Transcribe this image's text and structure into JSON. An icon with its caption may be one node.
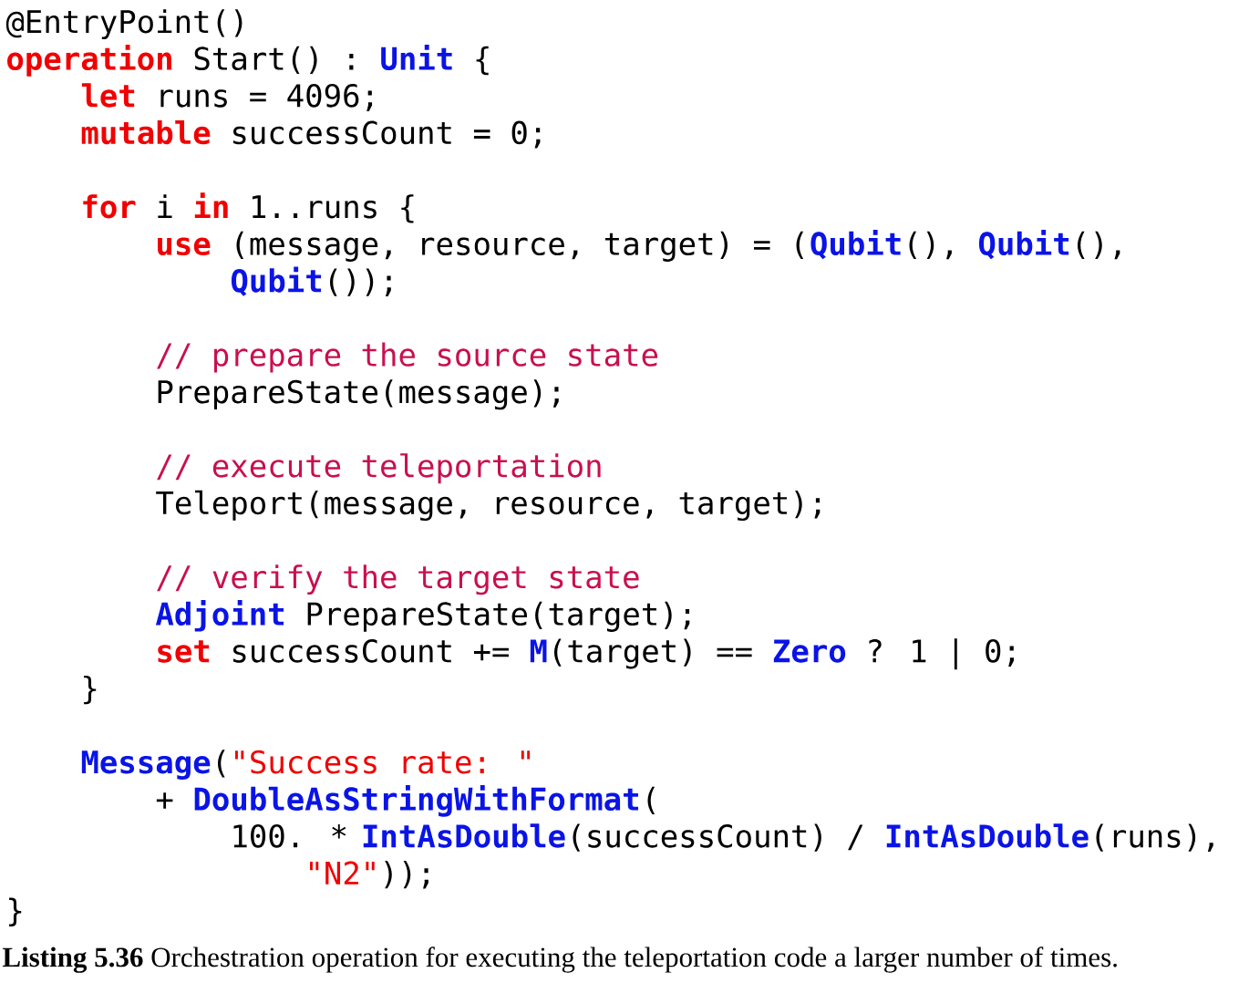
{
  "diagram": {
    "caption": "**Listing 5.36** Orchestration operation for executing the teleportation code a larger number of times.",
    "labels": [
      "@EntryPoint()",
      "operation",
      "Start() :",
      "Unit",
      "{",
      "let",
      "runs = 4096;",
      "mutable",
      "successCount = 0;",
      "for",
      "i",
      "in",
      "1..runs {",
      "use",
      "(message, resource, target) = (",
      "Qubit",
      "(),",
      "Qubit",
      "(),",
      "Qubit",
      "());",
      "// prepare the source state",
      "PrepareState(message);",
      "// execute teleportation",
      "Teleport(message, resource, target);",
      "// verify the target state",
      "Adjoint",
      "PrepareState(target);",
      "set",
      "successCount +=",
      "M",
      "(target) ==",
      "Zero",
      "? 1 | 0;",
      "}",
      "Message",
      "(",
      "\"Success rate: \"",
      "+",
      "DoubleAsStringWithFormat",
      "(",
      "100. *",
      "IntAsDouble",
      "(successCount) /",
      "IntAsDouble",
      "(runs),",
      "\"N2\"",
      "));",
      "}"
    ]
  }
}
